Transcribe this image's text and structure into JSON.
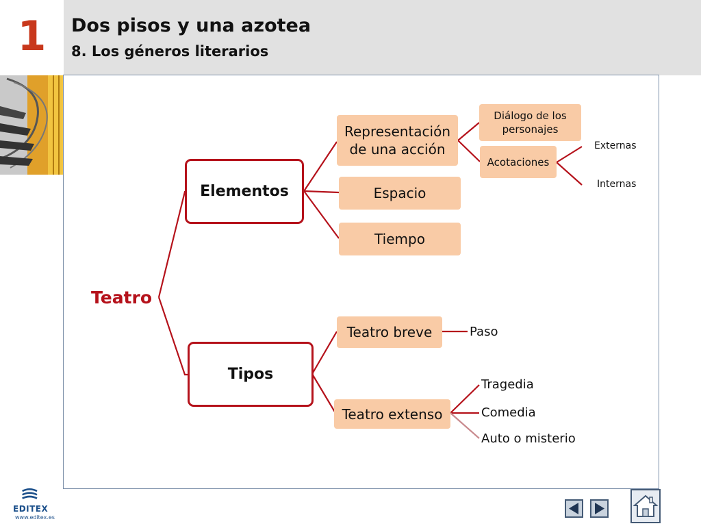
{
  "header": {
    "chapter_number": "1",
    "title": "Dos pisos y una azotea",
    "subtitle": "8. Los géneros literarios"
  },
  "diagram": {
    "root": "Teatro",
    "elementos": {
      "label": "Elementos",
      "representacion": "Representación de una acción",
      "dialogo": "Diálogo de los personajes",
      "acotaciones": "Acotaciones",
      "externas": "Externas",
      "internas": "Internas",
      "espacio": "Espacio",
      "tiempo": "Tiempo"
    },
    "tipos": {
      "label": "Tipos",
      "teatro_breve": "Teatro breve",
      "paso": "Paso",
      "teatro_extenso": "Teatro extenso",
      "tragedia": "Tragedia",
      "comedia": "Comedia",
      "auto": "Auto o misterio"
    }
  },
  "footer": {
    "logo_text": "EDITEX",
    "logo_url": "www.editex.es",
    "prev_icon": "triangle-left-icon",
    "next_icon": "triangle-right-icon",
    "home_icon": "house-icon"
  },
  "colors": {
    "accent": "#c8381c",
    "connector": "#b5121b",
    "node_fill": "#f9cba6",
    "header_bg": "#e1e1e1"
  }
}
